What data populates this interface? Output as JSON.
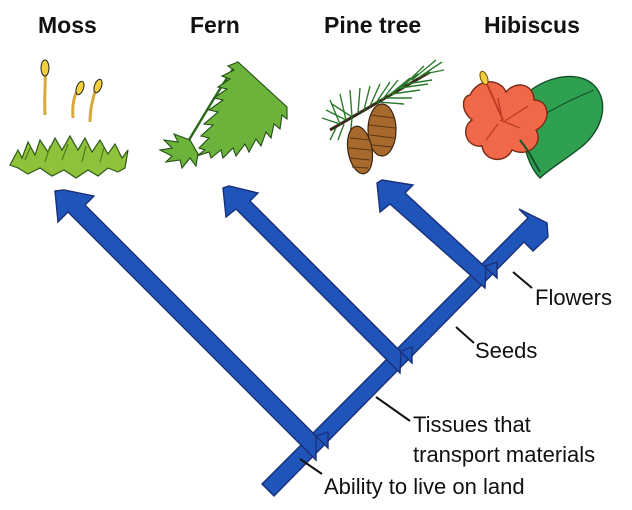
{
  "taxa": {
    "moss": "Moss",
    "fern": "Fern",
    "pine": "Pine tree",
    "hibiscus": "Hibiscus"
  },
  "traits": {
    "land": "Ability to live on land",
    "tissues_line1": "Tissues that",
    "tissues_line2": "transport materials",
    "seeds": "Seeds",
    "flowers": "Flowers"
  },
  "colors": {
    "branch_fill": "#1f55b8",
    "branch_outline": "#1a2f7a",
    "moss_green": "#8fc23a",
    "fern_green": "#6cb33c",
    "pine_cone": "#a86a2c",
    "hibiscus_petal": "#f06848",
    "leaf_green": "#2fa050"
  },
  "icons": {
    "moss": "moss-illustration",
    "fern": "fern-illustration",
    "pine": "pine-tree-illustration",
    "hibiscus": "hibiscus-illustration"
  }
}
